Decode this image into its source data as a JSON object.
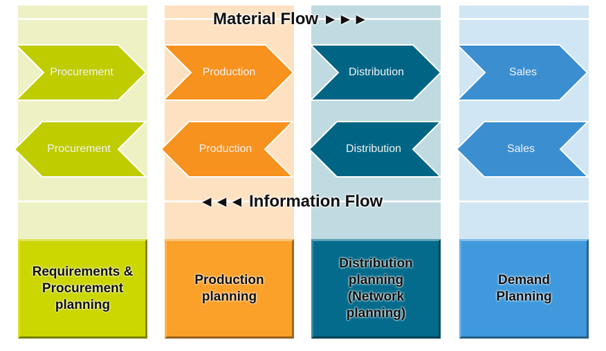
{
  "header": {
    "material_flow": "Material Flow",
    "material_flow_arrows": "►►►",
    "information_flow": "Information Flow",
    "information_flow_arrows": "◄◄◄"
  },
  "columns": [
    {
      "name": "procurement",
      "forward_label": "Procurement",
      "backward_label": "Procurement",
      "planning_label": "Requirements &\nProcurement\nplanning",
      "lane_color": "#eef1c4",
      "chevron_color": "#bfcc00",
      "box_color": "#ccd600"
    },
    {
      "name": "production",
      "forward_label": "Production",
      "backward_label": "Production",
      "planning_label": "Production\nplanning",
      "lane_color": "#fde1c0",
      "chevron_color": "#f7921e",
      "box_color": "#fba12a"
    },
    {
      "name": "distribution",
      "forward_label": "Distribution",
      "backward_label": "Distribution",
      "planning_label": "Distribution\nplanning\n(Network\nplanning)",
      "lane_color": "#c0dae1",
      "chevron_color": "#006585",
      "box_color": "#056b8c"
    },
    {
      "name": "sales",
      "forward_label": "Sales",
      "backward_label": "Sales",
      "planning_label": "Demand\nPlanning",
      "lane_color": "#d0e6f4",
      "chevron_color": "#3b8fd1",
      "box_color": "#3f99dc"
    }
  ]
}
